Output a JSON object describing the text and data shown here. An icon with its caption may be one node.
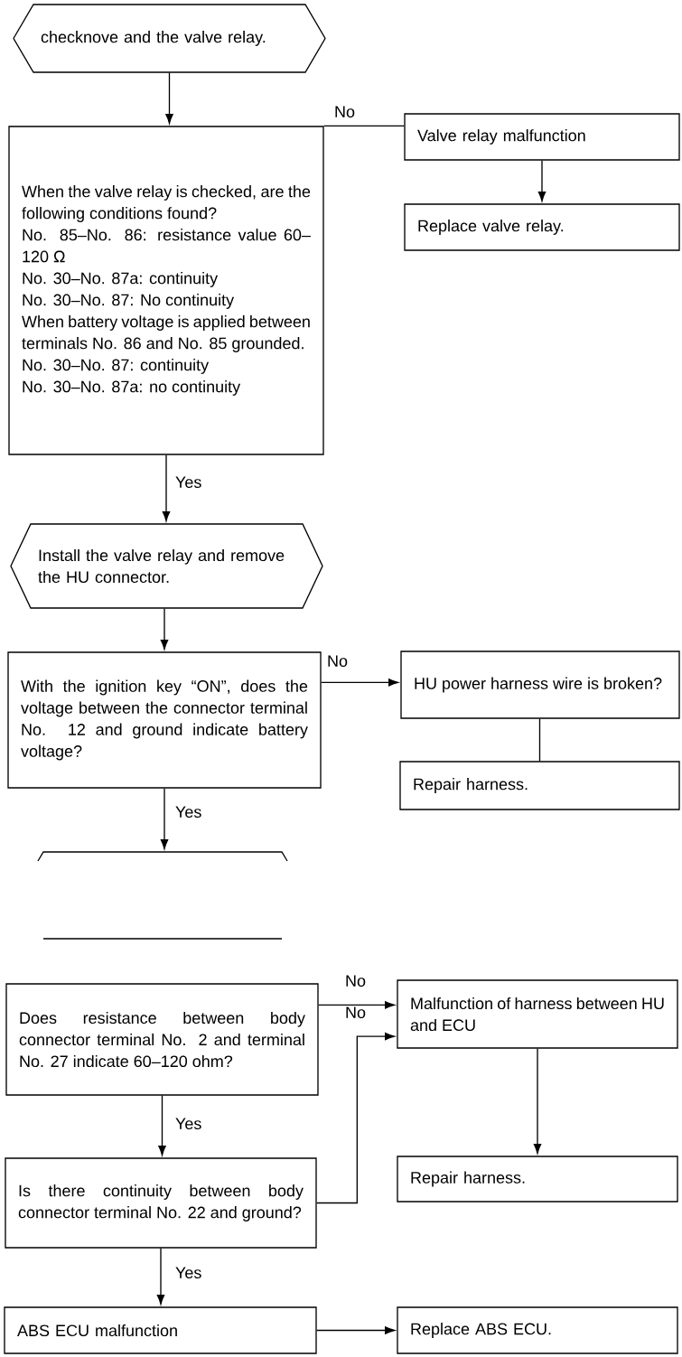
{
  "diagram": {
    "nodes": [
      {
        "text": [
          "checknove and the valve relay."
        ]
      },
      {
        "text": [
          "When the valve relay is checked, are the following conditions found?",
          "No. 85–No. 86: resistance value 60–120 Ω",
          "No. 30–No. 87a: continuity",
          "No. 30–No. 87: No continuity",
          "When battery voltage is applied between terminals No. 86 and No. 85 grounded.",
          "No. 30–No. 87: continuity",
          "No. 30–No. 87a: no continuity"
        ]
      },
      {
        "text": [
          "Valve relay malfunction"
        ]
      },
      {
        "text": [
          "Replace valve relay."
        ]
      },
      {
        "text": [
          "Install the valve relay and remove the HU connector."
        ]
      },
      {
        "text": [
          "With the ignition key “ON”, does the voltage between the connector terminal No. 12 and ground indicate battery voltage?"
        ]
      },
      {
        "text": [
          "HU power harness wire is broken?"
        ]
      },
      {
        "text": [
          "Repair harness."
        ]
      },
      {
        "text": [],
        "shape": "hexagon"
      },
      {
        "text": [
          "Does resistance between body connector terminal No. 2 and terminal No. 27 indicate 60–120 ohm?"
        ]
      },
      {
        "text": [
          "Malfunction of harness between HU and ECU"
        ]
      },
      {
        "text": [
          "Repair harness."
        ]
      },
      {
        "text": [
          "Is there continuity between body connector terminal No. 22 and ground?"
        ]
      },
      {
        "text": [
          "ABS ECU malfunction"
        ]
      },
      {
        "text": [
          "Replace ABS ECU."
        ]
      }
    ],
    "edges": [
      {
        "from": 0,
        "to": 1,
        "arrow": "to"
      },
      {
        "from": 1,
        "to": 2,
        "arrow": "none",
        "label": "No"
      },
      {
        "from": 2,
        "to": 3,
        "arrow": "to"
      },
      {
        "from": 1,
        "to": 4,
        "arrow": "to",
        "label": "Yes"
      },
      {
        "from": 4,
        "to": 5,
        "arrow": "to"
      },
      {
        "from": 5,
        "to": 6,
        "arrow": "to",
        "label": "No"
      },
      {
        "from": 6,
        "to": 7,
        "arrow": "none"
      },
      {
        "from": 5,
        "to": 8,
        "arrow": "to",
        "label": "Yes"
      },
      {
        "from": 9,
        "to": 10,
        "arrow": "to",
        "label": "No"
      },
      {
        "from": 12,
        "to": 10,
        "arrow": "to",
        "label": "No"
      },
      {
        "from": 9,
        "to": 12,
        "arrow": "to",
        "label": "Yes"
      },
      {
        "from": 10,
        "to": 11,
        "arrow": "to"
      },
      {
        "from": 12,
        "to": 13,
        "arrow": "to",
        "label": "Yes"
      },
      {
        "from": 13,
        "to": 14,
        "arrow": "to"
      }
    ]
  }
}
